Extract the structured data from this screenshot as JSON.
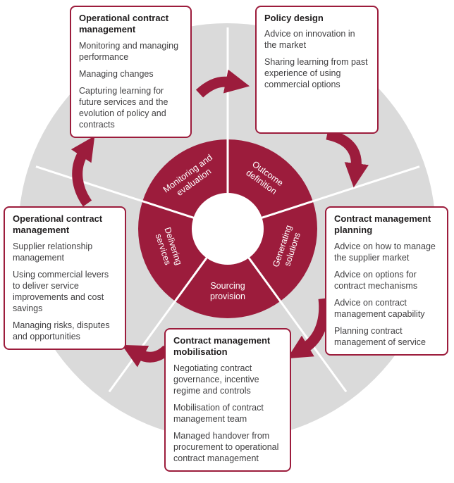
{
  "colors": {
    "accent": "#9C1C3C",
    "wheel_gray": "#DADADA"
  },
  "cards": {
    "top_left": {
      "title": "Operational contract management",
      "items": [
        "Monitoring and managing performance",
        "Managing changes",
        "Capturing learning for future services and the evolution of policy and contracts"
      ]
    },
    "top_right": {
      "title": "Policy design",
      "items": [
        "Advice on innovation in the market",
        "Sharing learning from past experience of using commercial options"
      ]
    },
    "right": {
      "title": "Contract management planning",
      "items": [
        "Advice on how to manage the supplier market",
        "Advice on options for contract mechanisms",
        "Advice on contract management capability",
        "Planning contract management of service"
      ]
    },
    "left": {
      "title": "Operational contract management",
      "items": [
        "Supplier relationship management",
        "Using commercial levers to deliver service improvements and cost savings",
        "Managing risks, disputes and opportunities"
      ]
    },
    "bottom": {
      "title": "Contract management mobilisation",
      "items": [
        "Negotiating contract governance, incentive regime and controls",
        "Mobilisation of contract management team",
        "Managed handover from procurement to operational contract management"
      ]
    }
  },
  "wheel": {
    "segments": [
      {
        "id": "monitoring-evaluation",
        "line1": "Monitoring and",
        "line2": "evaluation"
      },
      {
        "id": "outcome-definition",
        "line1": "Outcome",
        "line2": "definition"
      },
      {
        "id": "generating-solutions",
        "line1": "Generating",
        "line2": "solutions"
      },
      {
        "id": "sourcing-provision",
        "line1": "Sourcing",
        "line2": "provision"
      },
      {
        "id": "delivering-services",
        "line1": "Delivering",
        "line2": "services"
      }
    ]
  }
}
